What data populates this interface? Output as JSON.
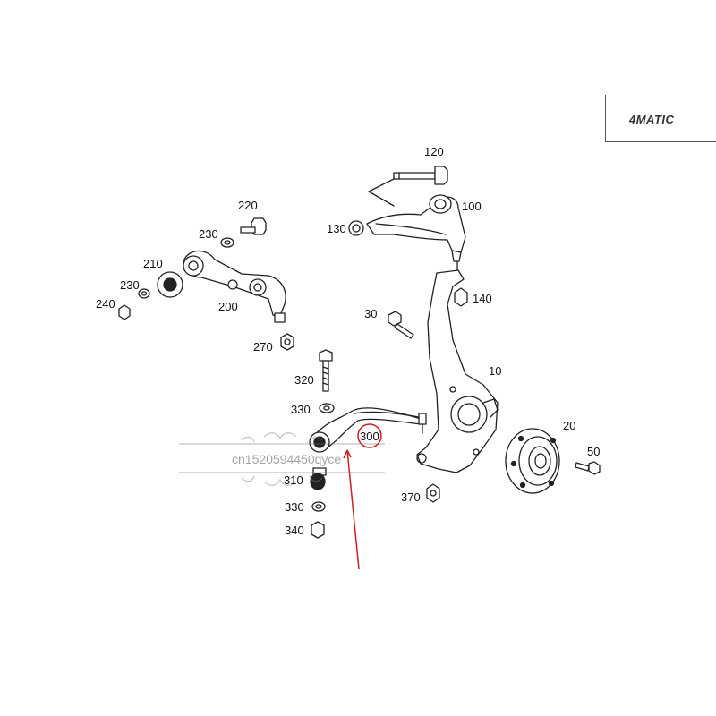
{
  "badge": {
    "text": "4MATIC"
  },
  "watermark": {
    "text": "cn1520594450qyce"
  },
  "callouts": [
    {
      "id": "c120",
      "text": "120"
    },
    {
      "id": "c100",
      "text": "100"
    },
    {
      "id": "c130",
      "text": "130"
    },
    {
      "id": "c220",
      "text": "220"
    },
    {
      "id": "c230a",
      "text": "230"
    },
    {
      "id": "c210",
      "text": "210"
    },
    {
      "id": "c230b",
      "text": "230"
    },
    {
      "id": "c240",
      "text": "240"
    },
    {
      "id": "c200",
      "text": "200"
    },
    {
      "id": "c140",
      "text": "140"
    },
    {
      "id": "c30",
      "text": "30"
    },
    {
      "id": "c270",
      "text": "270"
    },
    {
      "id": "c10",
      "text": "10"
    },
    {
      "id": "c320",
      "text": "320"
    },
    {
      "id": "c330a",
      "text": "330"
    },
    {
      "id": "c300",
      "text": "300"
    },
    {
      "id": "c20",
      "text": "20"
    },
    {
      "id": "c50",
      "text": "50"
    },
    {
      "id": "c310",
      "text": "310"
    },
    {
      "id": "c370",
      "text": "370"
    },
    {
      "id": "c330b",
      "text": "330"
    },
    {
      "id": "c340",
      "text": "340"
    }
  ],
  "highlight": {
    "part": "300",
    "color": "#cc2020"
  }
}
